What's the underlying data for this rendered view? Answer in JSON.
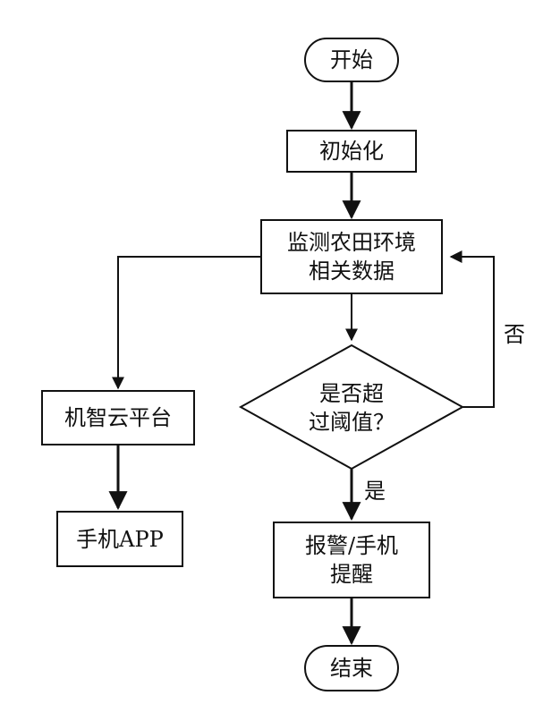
{
  "nodes": {
    "start": "开始",
    "init": "初始化",
    "monitor": [
      "监测农田环境",
      "相关数据"
    ],
    "decision": [
      "是否超",
      "过阈值？"
    ],
    "cloud": "机智云平台",
    "app": "手机APP",
    "alarm": [
      "报警/手机",
      "提醒"
    ],
    "end": "结束"
  },
  "edges": {
    "yes_label": "是",
    "no_label": "否"
  }
}
